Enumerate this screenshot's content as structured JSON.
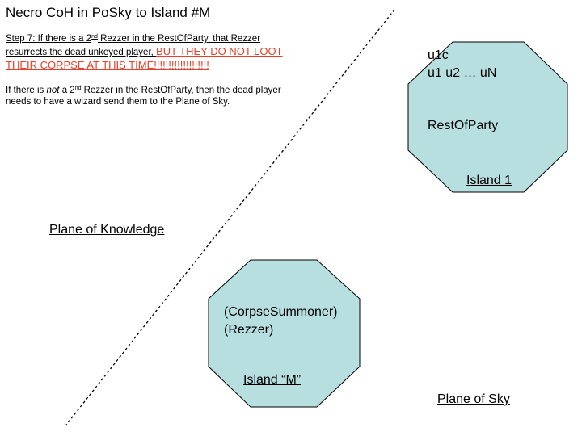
{
  "title": "Necro CoH in PoSky to Island #M",
  "step": {
    "part1": "Step 7:  If there is a 2",
    "sup": "nd",
    "part2": " Rezzer in the RestOfParty, that Rezzer resurrects the dead unkeyed player, ",
    "warning": "BUT THEY DO NOT LOOT THEIR CORPSE AT THIS TIME!!!!!!!!!!!!!!!!!!!"
  },
  "note": {
    "part1": "If there is ",
    "emph": "not",
    "part2": " a 2",
    "sup": "nd",
    "part3": " Rezzer in the RestOfParty, then the dead player needs to have a wizard send them to the Plane of Sky."
  },
  "island1": {
    "line1": "u1c",
    "line2": "u1 u2 … uN",
    "line3": "RestOfParty",
    "label": "Island 1"
  },
  "islandM": {
    "line1": "(CorpseSummoner)",
    "line2": "(Rezzer)",
    "label": "Island “M”"
  },
  "plane_knowledge": "Plane of Knowledge",
  "plane_sky": "Plane of Sky",
  "colors": {
    "octagon_fill": "#b7dfe0",
    "octagon_stroke": "#000000",
    "warning": "#e8402a"
  }
}
